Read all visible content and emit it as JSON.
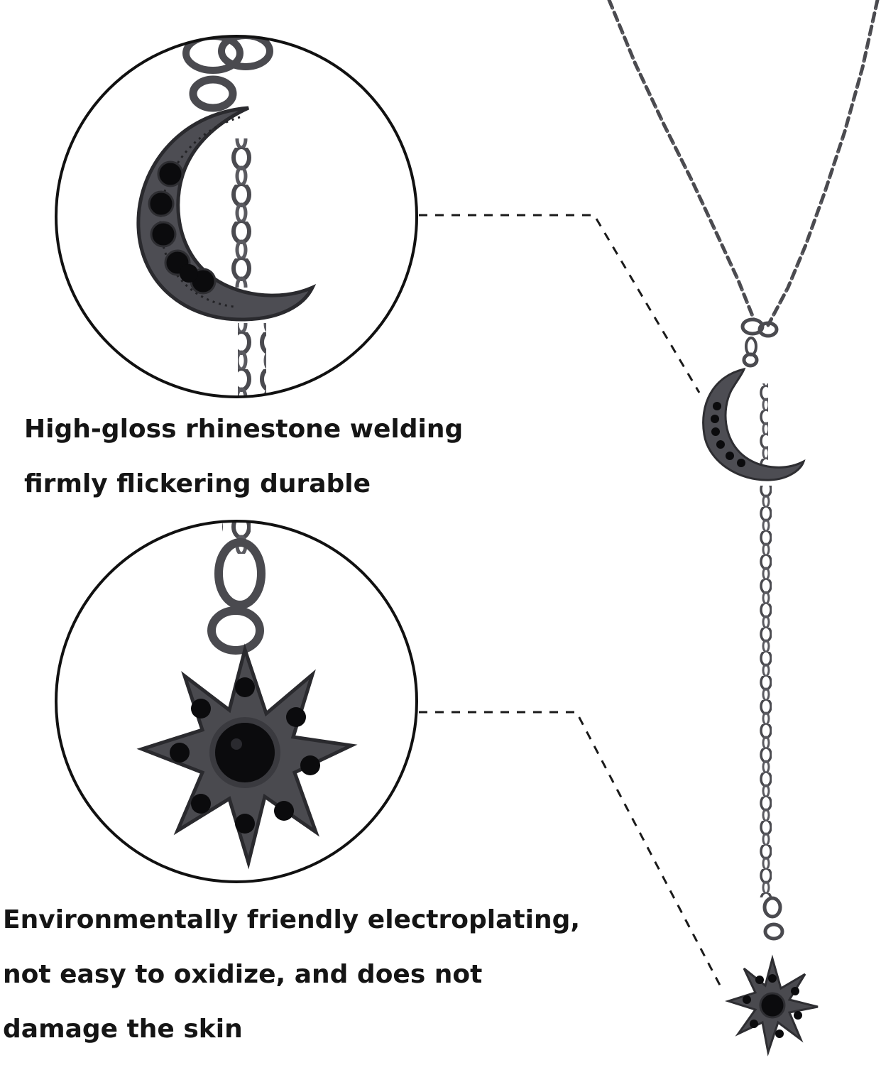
{
  "captions": {
    "moon": {
      "line1": "High-gloss rhinestone welding",
      "line2": "firmly flickering durable"
    },
    "star": {
      "line1": "Environmentally friendly electroplating,",
      "line2": "not easy to oxidize, and does not",
      "line3": "damage the skin"
    }
  },
  "colors": {
    "metal": "#4a4a4f",
    "metal_dark": "#2e2e32",
    "stone": "#0b0b0d",
    "text": "#151515"
  },
  "icons": {
    "moon": "crescent-moon-pendant",
    "star": "eight-point-star-pendant"
  }
}
